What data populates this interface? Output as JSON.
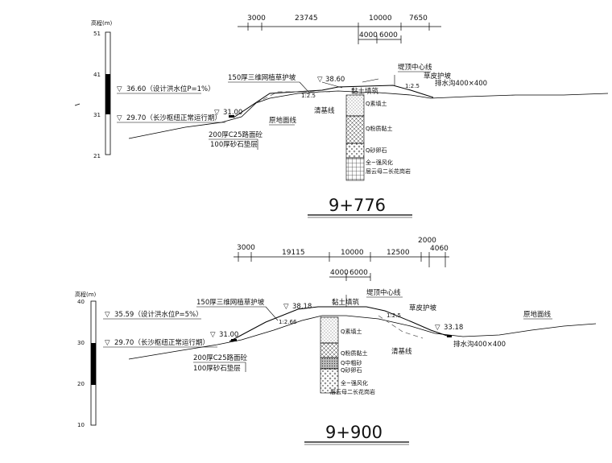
{
  "sections": [
    {
      "id": "9+776",
      "title": "9+776",
      "axis_title": "高程(m)",
      "axis_ticks": [
        "51",
        "41",
        "31",
        "21"
      ],
      "dims_top": [
        "3000",
        "23745",
        "10000",
        "7650"
      ],
      "dims_sub": [
        "4000",
        "6000"
      ],
      "water_levels": [
        {
          "marker": "▽",
          "text": "36.60（设计洪水位P=1%）"
        },
        {
          "marker": "▽",
          "text": "29.70（长沙枢纽正常运行期）"
        }
      ],
      "elevations": [
        "38.60",
        "31.00"
      ],
      "slopes": [
        "1:2.5",
        "1:2.5"
      ],
      "labels": {
        "slope_protection": "150厚三维网植草护坡",
        "original_ground": "原地面线",
        "clearing_line": "清基线",
        "clay_fill": "黏土填筑",
        "dike_centerline": "堤顶中心线",
        "grass_slope": "草皮护坡",
        "drain": "排水沟400×400",
        "road1": "200厚C25路面砼",
        "road2": "100厚砂石垫层"
      },
      "soil_layers": [
        "Q素填土",
        "Q粉质黏土",
        "Q砂卵石",
        "全~强风化",
        "层云母二长花岗岩"
      ]
    },
    {
      "id": "9+900",
      "title": "9+900",
      "axis_title": "高程(m)",
      "axis_ticks": [
        "40",
        "30",
        "20",
        "10"
      ],
      "dims_top": [
        "3000",
        "19115",
        "10000",
        "12500",
        "2000",
        "4060"
      ],
      "dims_sub": [
        "4000",
        "6000"
      ],
      "water_levels": [
        {
          "marker": "▽",
          "text": "35.59（设计洪水位P=5%）"
        },
        {
          "marker": "▽",
          "text": "29.70（长沙枢纽正常运行期）"
        }
      ],
      "elevations": [
        "38.18",
        "31.00",
        "33.18"
      ],
      "slopes": [
        "1:2.66",
        "1:2.5"
      ],
      "labels": {
        "slope_protection": "150厚三维网植草护坡",
        "original_ground": "原地面线",
        "clearing_line": "清基线",
        "clay_fill": "黏土填筑",
        "dike_centerline": "堤顶中心线",
        "grass_slope": "草皮护坡",
        "drain": "排水沟400×400",
        "road1": "200厚C25路面砼",
        "road2": "100厚砂石垫层"
      },
      "soil_layers": [
        "Q素填土",
        "Q粉质黏土",
        "Q中粗砂",
        "Q砂卵石",
        "全~强风化",
        "层云母二长花岗岩"
      ]
    }
  ]
}
